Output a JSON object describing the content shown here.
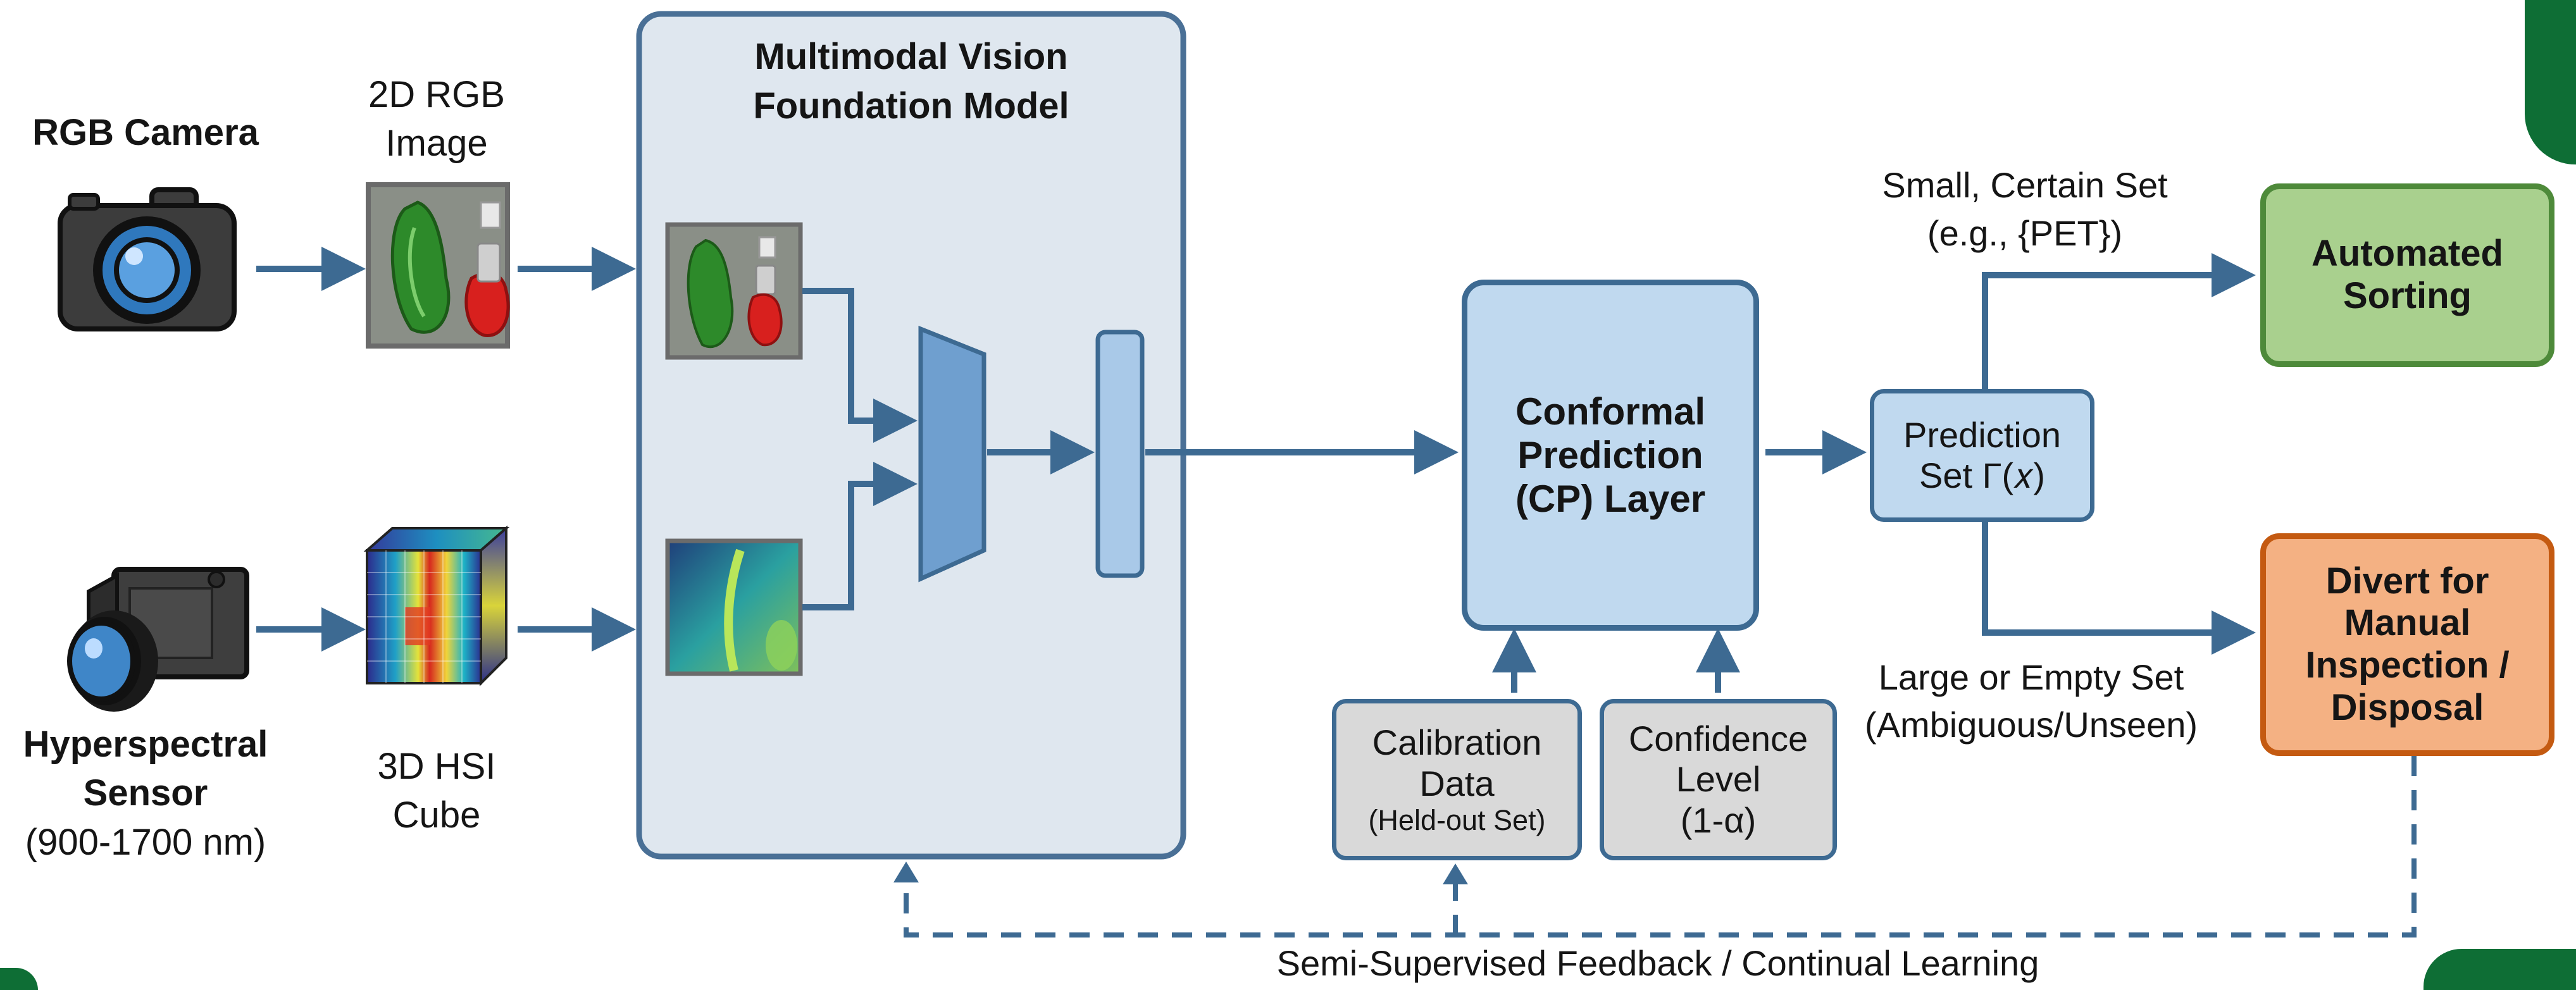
{
  "inputs": {
    "rgb_camera": {
      "label": "RGB Camera",
      "output_label_1": "2D RGB",
      "output_label_2": "Image"
    },
    "hyperspectral": {
      "label_1": "Hyperspectral",
      "label_2": "Sensor",
      "range": "(900-1700 nm)",
      "output_label_1": "3D HSI",
      "output_label_2": "Cube"
    }
  },
  "foundation_model": {
    "title_1": "Multimodal Vision",
    "title_2": "Foundation Model"
  },
  "cp_layer": {
    "line_1": "Conformal",
    "line_2": "Prediction",
    "line_3": "(CP) Layer"
  },
  "calibration": {
    "line_1": "Calibration",
    "line_2": "Data",
    "line_3": "(Held-out Set)"
  },
  "confidence": {
    "line_1": "Confidence",
    "line_2": "Level",
    "line_3": "(1-α)"
  },
  "prediction_set": {
    "line_1": "Prediction",
    "line_2": "Set Γ(𝑥)"
  },
  "branches": {
    "certain_1": "Small, Certain Set",
    "certain_2": "(e.g., {PET})",
    "uncertain_1": "Large or Empty Set",
    "uncertain_2": "(Ambiguous/Unseen)"
  },
  "outputs": {
    "automated_1": "Automated",
    "automated_2": "Sorting",
    "divert_1": "Divert for",
    "divert_2": "Manual",
    "divert_3": "Inspection /",
    "divert_4": "Disposal"
  },
  "feedback": "Semi-Supervised Feedback / Continual Learning",
  "colors": {
    "arrow": "#3d6a92",
    "model_fill": "#dfe7ef",
    "model_border": "#4a7096",
    "blue_box": "#c0d9ef",
    "gray_box": "#d9d9d9",
    "green_box": "#a9d08e",
    "orange_box": "#f4b183",
    "dark_green_frame": "#0e6e35"
  }
}
